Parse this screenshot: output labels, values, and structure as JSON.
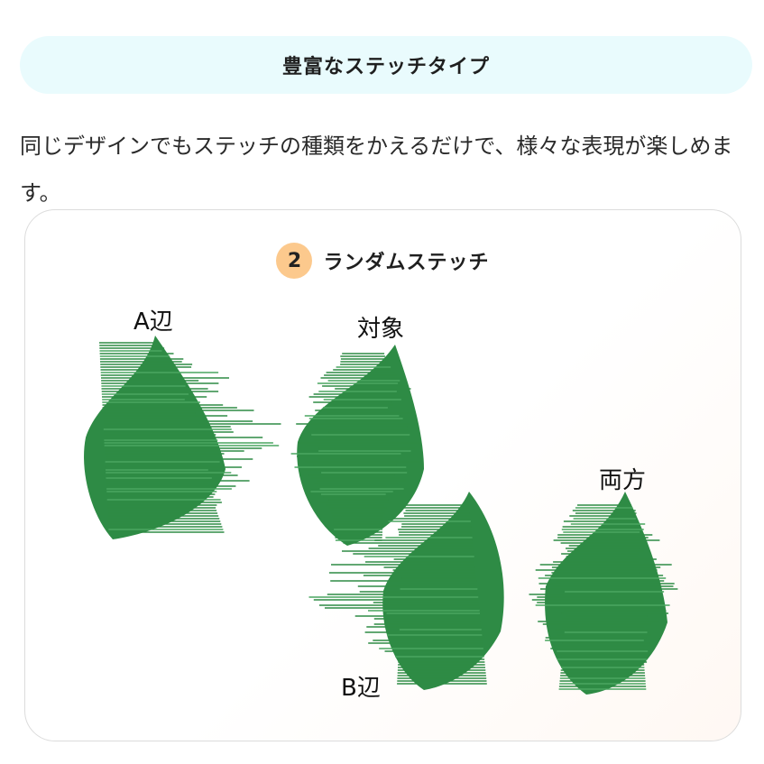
{
  "header": {
    "title": "豊富なステッチタイプ"
  },
  "intro": {
    "text": "同じデザインでもステッチの種類をかえるだけで、様々な表現が楽しめます。"
  },
  "card": {
    "number": "2",
    "title": "ランダムステッチ",
    "labels": {
      "a_edge": "A辺",
      "target": "対象",
      "both": "両方",
      "b_edge": "B辺"
    }
  },
  "colors": {
    "header_bg": "#e9fbfd",
    "badge": "#fcc98d",
    "leaf_green": "#2e8b45",
    "leaf_dark": "#1f6b32"
  }
}
